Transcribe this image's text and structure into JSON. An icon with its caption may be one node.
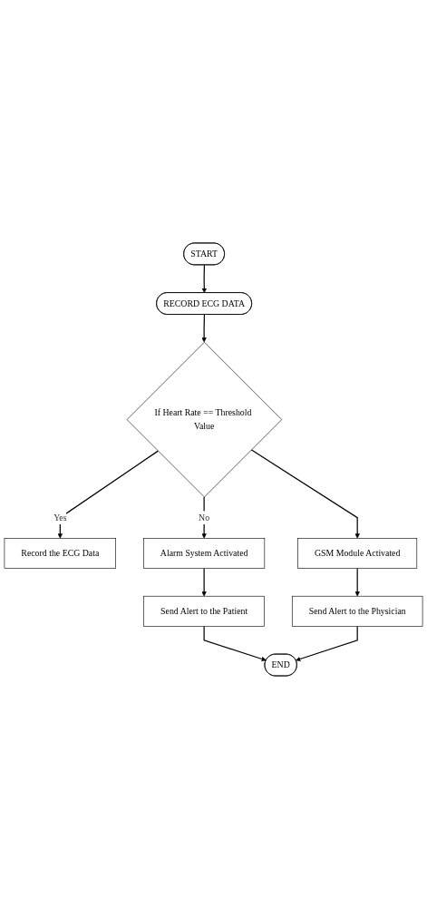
{
  "diagram": {
    "nodes": [
      {
        "text": [
          "START"
        ]
      },
      {
        "text": [
          "RECORD ECG DATA"
        ]
      },
      {
        "text": [
          "If Heart Rate == Threshold Value"
        ]
      },
      {
        "text": [
          "Record the ECG Data"
        ]
      },
      {
        "text": [
          "Alarm System Activated"
        ]
      },
      {
        "text": [
          "GSM Module Activated"
        ]
      },
      {
        "text": [
          "Send Alert to the Patient"
        ]
      },
      {
        "text": [
          "Send Alert to the Physician"
        ]
      },
      {
        "text": [
          "END"
        ]
      }
    ],
    "edges": [
      {
        "from": 0,
        "to": 1,
        "arrow": "to"
      },
      {
        "from": 1,
        "to": 2,
        "arrow": "to"
      },
      {
        "from": 2,
        "to": 3,
        "arrow": "to",
        "label": "Yes"
      },
      {
        "from": 2,
        "to": 4,
        "arrow": "to",
        "label": "No"
      },
      {
        "from": 2,
        "to": 5,
        "arrow": "to"
      },
      {
        "from": 4,
        "to": 6,
        "arrow": "to"
      },
      {
        "from": 5,
        "to": 7,
        "arrow": "to"
      },
      {
        "from": 6,
        "to": 8,
        "arrow": "to"
      },
      {
        "from": 7,
        "to": 8,
        "arrow": "to"
      }
    ]
  }
}
